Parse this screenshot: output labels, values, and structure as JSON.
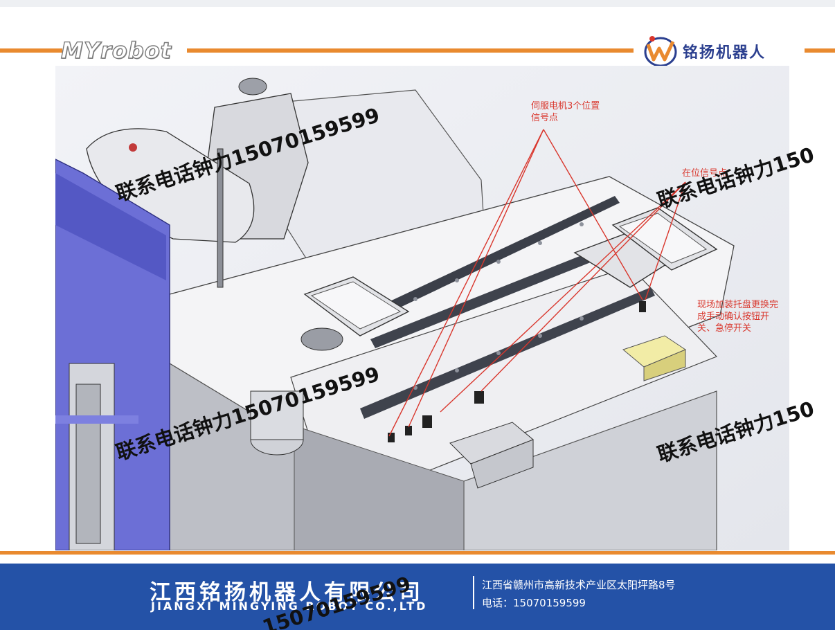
{
  "header": {
    "brand_left": "MYrobot",
    "brand_right": "铭扬机器人"
  },
  "annotations": {
    "servo_positions": "伺服电机3个位置信号点",
    "in_position": "在位信号点",
    "manual_confirm": "现场加装托盘更换完成手动确认按钮开关、急停开关"
  },
  "watermarks": {
    "text": "联系电话钟力",
    "phone": "15070159599",
    "partial": "150"
  },
  "footer": {
    "company_cn": "江西铭扬机器人有限公司",
    "company_en": "JIANGXI MINGYING ROBOT CO.,LTD",
    "address": "江西省赣州市高新技术产业区太阳坪路8号",
    "tel": "电话：15070159599"
  },
  "colors": {
    "accent_orange": "#e98a2f",
    "footer_blue": "#2452a7",
    "annotation_red": "#d9362c",
    "frame_blue": "#6c6fd6"
  }
}
